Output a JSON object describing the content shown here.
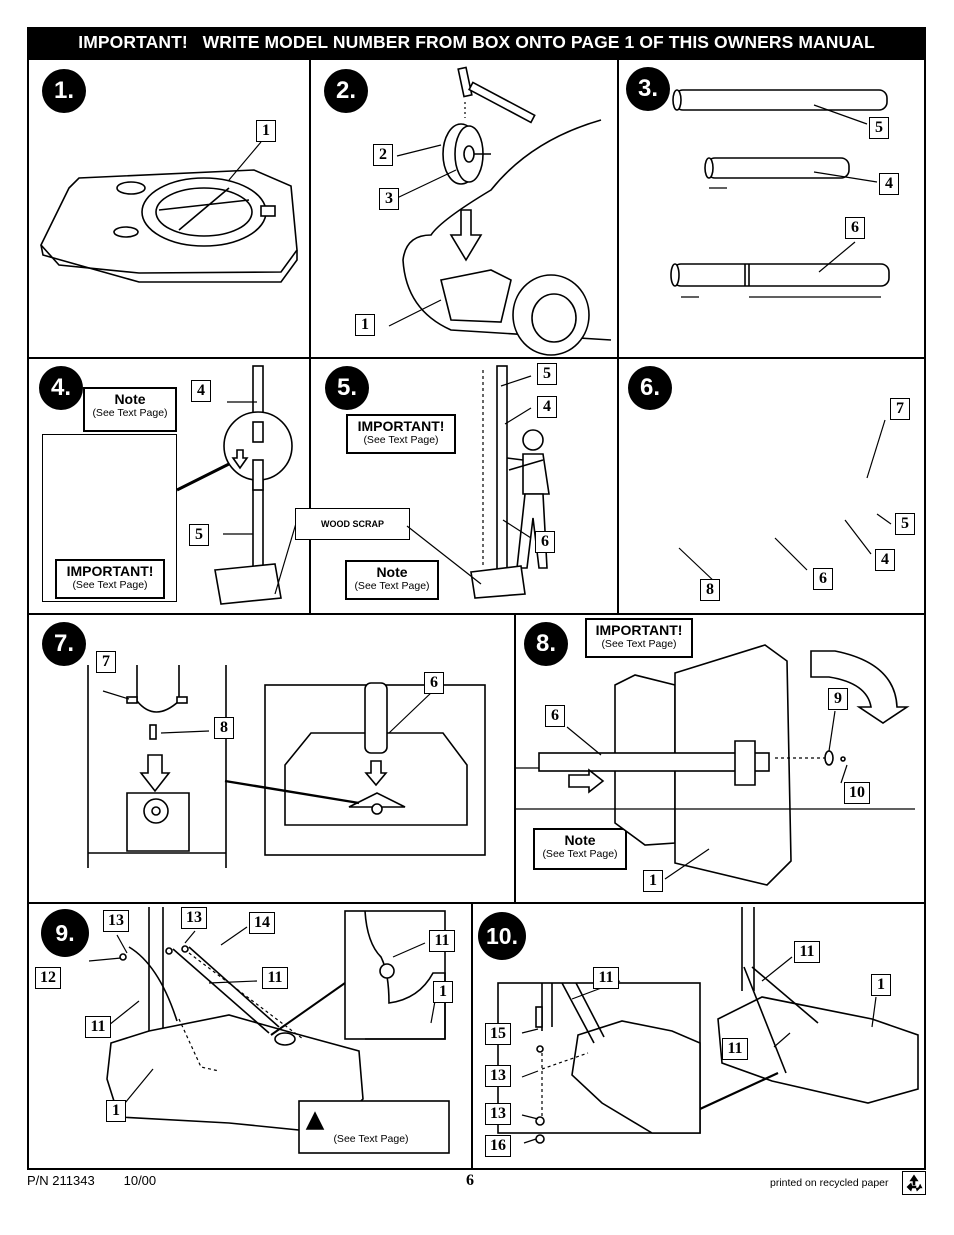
{
  "banner": "IMPORTANT!   WRITE MODEL NUMBER FROM BOX ONTO PAGE 1 OF THIS OWNERS MANUAL",
  "steps": {
    "s1": {
      "num": "1.",
      "parts": [
        "1"
      ]
    },
    "s2": {
      "num": "2.",
      "parts": [
        "2",
        "3",
        "1"
      ]
    },
    "s3": {
      "num": "3.",
      "parts": [
        "5",
        "4",
        "6"
      ]
    },
    "s4": {
      "num": "4.",
      "parts": [
        "4",
        "5"
      ],
      "note_title": "Note",
      "note_sub": "(See Text Page)",
      "imp_title": "IMPORTANT!",
      "imp_sub": "(See Text Page)",
      "wood": "WOOD SCRAP"
    },
    "s5": {
      "num": "5.",
      "parts": [
        "5",
        "4",
        "6"
      ],
      "imp_title": "IMPORTANT!",
      "imp_sub": "(See Text Page)",
      "note_title": "Note",
      "note_sub": "(See Text Page)"
    },
    "s6": {
      "num": "6.",
      "parts": [
        "7",
        "5",
        "4",
        "6",
        "8"
      ]
    },
    "s7": {
      "num": "7.",
      "parts": [
        "7",
        "8",
        "6"
      ]
    },
    "s8": {
      "num": "8.",
      "parts": [
        "6",
        "9",
        "10",
        "1"
      ],
      "imp_title": "IMPORTANT!",
      "imp_sub": "(See Text Page)",
      "note_title": "Note",
      "note_sub": "(See Text Page)"
    },
    "s9": {
      "num": "9.",
      "parts": [
        "13",
        "13",
        "14",
        "12",
        "11",
        "11",
        "11",
        "1",
        "1"
      ],
      "warn_sub": "(See Text Page)"
    },
    "s10": {
      "num": "10.",
      "parts": [
        "11",
        "11",
        "1",
        "15",
        "13",
        "11",
        "13",
        "16"
      ]
    }
  },
  "footer": {
    "pn": "P/N 211343",
    "date": "10/00",
    "page": "6",
    "recycled": "printed on recycled paper"
  }
}
